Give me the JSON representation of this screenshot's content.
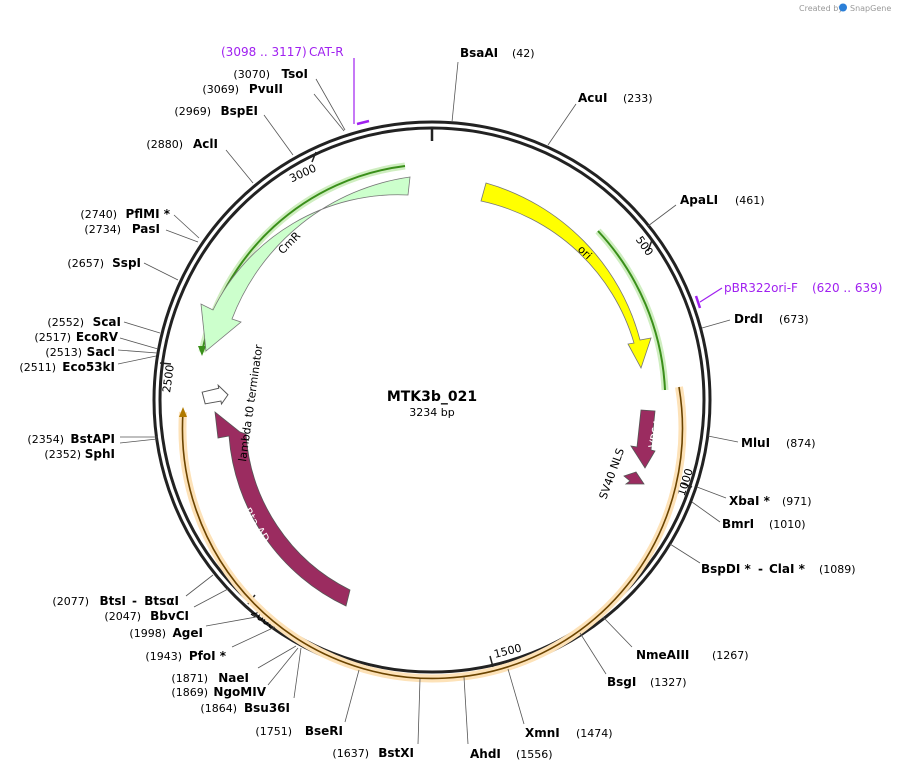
{
  "credit": {
    "prefix": "Created by",
    "brand": "SnapGene"
  },
  "plasmid": {
    "name": "MTK3b_021",
    "size_label": "3234 bp"
  },
  "ticks": [
    "500",
    "1000",
    "1500",
    "2000",
    "2500",
    "3000"
  ],
  "colors": {
    "ori": "#ffff00",
    "cmr": "#ccffcc",
    "vp64": "#9b2c60",
    "terminator": "#ffffff",
    "primer": "#a020f0",
    "orange_track": "#f5b35a",
    "green_track": "#4caf22"
  },
  "features": {
    "ori": "ori",
    "cmr": "CmR",
    "vp64": "VP64",
    "sv40": "SV40 NLS",
    "rta": "Rta AD",
    "lambda": "lambda t0 terminator"
  },
  "primers": {
    "cat_r": {
      "name": "CAT-R",
      "pos": "(3098 .. 3117)"
    },
    "pbr": {
      "name": "pBR322ori-F",
      "pos": "(620 .. 639)"
    }
  },
  "sites": {
    "bsaai": {
      "name": "BsaAI",
      "pos": "(42)"
    },
    "acui": {
      "name": "AcuI",
      "pos": "(233)"
    },
    "apali": {
      "name": "ApaLI",
      "pos": "(461)"
    },
    "drdi": {
      "name": "DrdI",
      "pos": "(673)"
    },
    "mlui": {
      "name": "MluI",
      "pos": "(874)"
    },
    "xbai": {
      "name": "XbaI *",
      "pos": "(971)"
    },
    "bmri": {
      "name": "BmrI",
      "pos": "(1010)"
    },
    "bspdi": {
      "name": "BspDI *",
      "sep": "-",
      "name2": "ClaI *",
      "pos": "(1089)"
    },
    "nmeaiii": {
      "name": "NmeAIII",
      "pos": "(1267)"
    },
    "bsgi": {
      "name": "BsgI",
      "pos": "(1327)"
    },
    "xmni": {
      "name": "XmnI",
      "pos": "(1474)"
    },
    "ahdi": {
      "name": "AhdI",
      "pos": "(1556)"
    },
    "bstxi": {
      "name": "BstXI",
      "pos": "(1637)"
    },
    "beri": {
      "name": "BseRI",
      "pos": "(1751)"
    },
    "bsu36i": {
      "name": "Bsu36I",
      "pos": "(1864)"
    },
    "ngomiv": {
      "name": "NgoMIV",
      "pos": "(1869)"
    },
    "naei": {
      "name": "NaeI",
      "pos": "(1871)"
    },
    "pfoi": {
      "name": "PfoI *",
      "pos": "(1943)"
    },
    "agei": {
      "name": "AgeI",
      "pos": "(1998)"
    },
    "bbvci": {
      "name": "BbvCI",
      "pos": "(2047)"
    },
    "btsi": {
      "name": "BtsI",
      "sep": "-",
      "name2": "BtsαI",
      "pos": "(2077)"
    },
    "sphi": {
      "name": "SphI",
      "pos": "(2352)"
    },
    "bstapi": {
      "name": "BstAPI",
      "pos": "(2354)"
    },
    "eco53ki": {
      "name": "Eco53kI",
      "pos": "(2511)"
    },
    "saci": {
      "name": "SacI",
      "pos": "(2513)"
    },
    "ecorv": {
      "name": "EcoRV",
      "pos": "(2517)"
    },
    "scai": {
      "name": "ScaI",
      "pos": "(2552)"
    },
    "sspi": {
      "name": "SspI",
      "pos": "(2657)"
    },
    "pasi": {
      "name": "PasI",
      "pos": "(2734)"
    },
    "pflmi": {
      "name": "PflMI *",
      "pos": "(2740)"
    },
    "acli": {
      "name": "AclI",
      "pos": "(2880)"
    },
    "bspei": {
      "name": "BspEI",
      "pos": "(2969)"
    },
    "pvuii": {
      "name": "PvuII",
      "pos": "(3069)"
    },
    "tsoi": {
      "name": "TsoI",
      "pos": "(3070)"
    }
  }
}
